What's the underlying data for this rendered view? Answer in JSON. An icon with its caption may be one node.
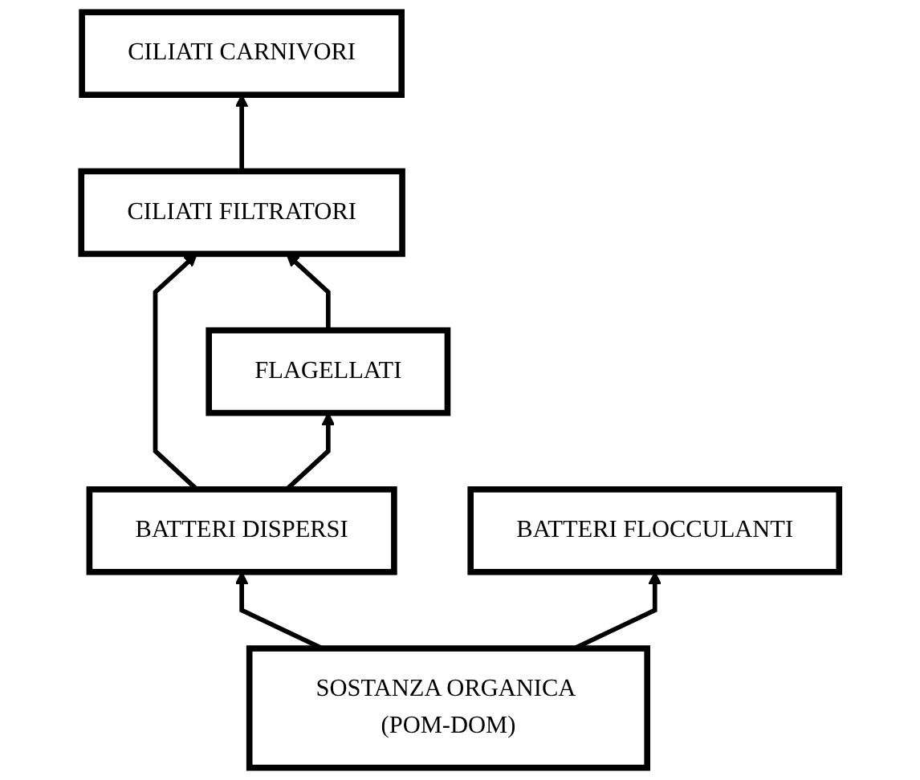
{
  "diagram": {
    "nodes": [
      {
        "text": [
          "CILIATI CARNIVORI"
        ]
      },
      {
        "text": [
          "CILIATI FILTRATORI"
        ]
      },
      {
        "text": [
          "FLAGELLATI"
        ]
      },
      {
        "text": [
          "BATTERI DISPERSI"
        ]
      },
      {
        "text": [
          "BATTERI FLOCCULANTI"
        ]
      },
      {
        "text": [
          "SOSTANZA ORGANICA (POM-DOM)"
        ]
      }
    ],
    "edges": [
      {
        "from": 1,
        "to": 0,
        "arrow": "to"
      },
      {
        "from": 3,
        "to": 1,
        "arrow": "to"
      },
      {
        "from": 2,
        "to": 1,
        "arrow": "to"
      },
      {
        "from": 3,
        "to": 2,
        "arrow": "to"
      },
      {
        "from": 5,
        "to": 3,
        "arrow": "to"
      },
      {
        "from": 5,
        "to": 4,
        "arrow": "to"
      }
    ]
  }
}
